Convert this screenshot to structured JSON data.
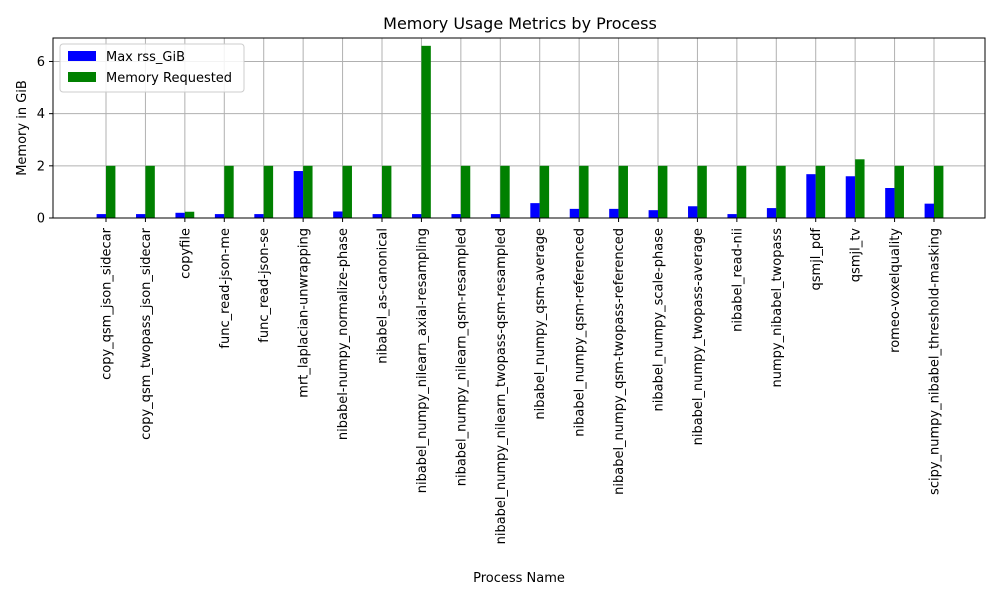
{
  "chart_data": {
    "type": "bar",
    "title": "Memory Usage Metrics by Process",
    "xlabel": "Process Name",
    "ylabel": "Memory in GiB",
    "ylim": [
      0,
      6.9
    ],
    "yticks": [
      0,
      2,
      4,
      6
    ],
    "grid": true,
    "legend_position": "top-left",
    "categories": [
      "copy_qsm_json_sidecar",
      "copy_qsm_twopass_json_sidecar",
      "copyfile",
      "func_read-json-me",
      "func_read-json-se",
      "mrt_laplacian-unwrapping",
      "nibabel-numpy_normalize-phase",
      "nibabel_as-canonical",
      "nibabel_numpy_nilearn_axial-resampling",
      "nibabel_numpy_nilearn_qsm-resampled",
      "nibabel_numpy_nilearn_twopass-qsm-resampled",
      "nibabel_numpy_qsm-average",
      "nibabel_numpy_qsm-referenced",
      "nibabel_numpy_qsm-twopass-referenced",
      "nibabel_numpy_scale-phase",
      "nibabel_numpy_twopass-average",
      "nibabel_read-nii",
      "numpy_nibabel_twopass",
      "qsmjl_pdf",
      "qsmjl_tv",
      "romeo-voxelquality",
      "scipy_numpy_nibabel_threshold-masking"
    ],
    "series": [
      {
        "name": "Max rss_GiB",
        "color": "#0000ff",
        "values": [
          0.15,
          0.15,
          0.2,
          0.15,
          0.15,
          1.8,
          0.25,
          0.15,
          0.15,
          0.15,
          0.15,
          0.57,
          0.35,
          0.35,
          0.3,
          0.45,
          0.15,
          0.38,
          1.68,
          1.6,
          1.15,
          0.55
        ]
      },
      {
        "name": "Memory Requested",
        "color": "#008000",
        "values": [
          2,
          2,
          0.24,
          2,
          2,
          2,
          2,
          2,
          6.6,
          2,
          2,
          2,
          2,
          2,
          2,
          2,
          2,
          2,
          2,
          2.25,
          2,
          2
        ]
      }
    ]
  }
}
